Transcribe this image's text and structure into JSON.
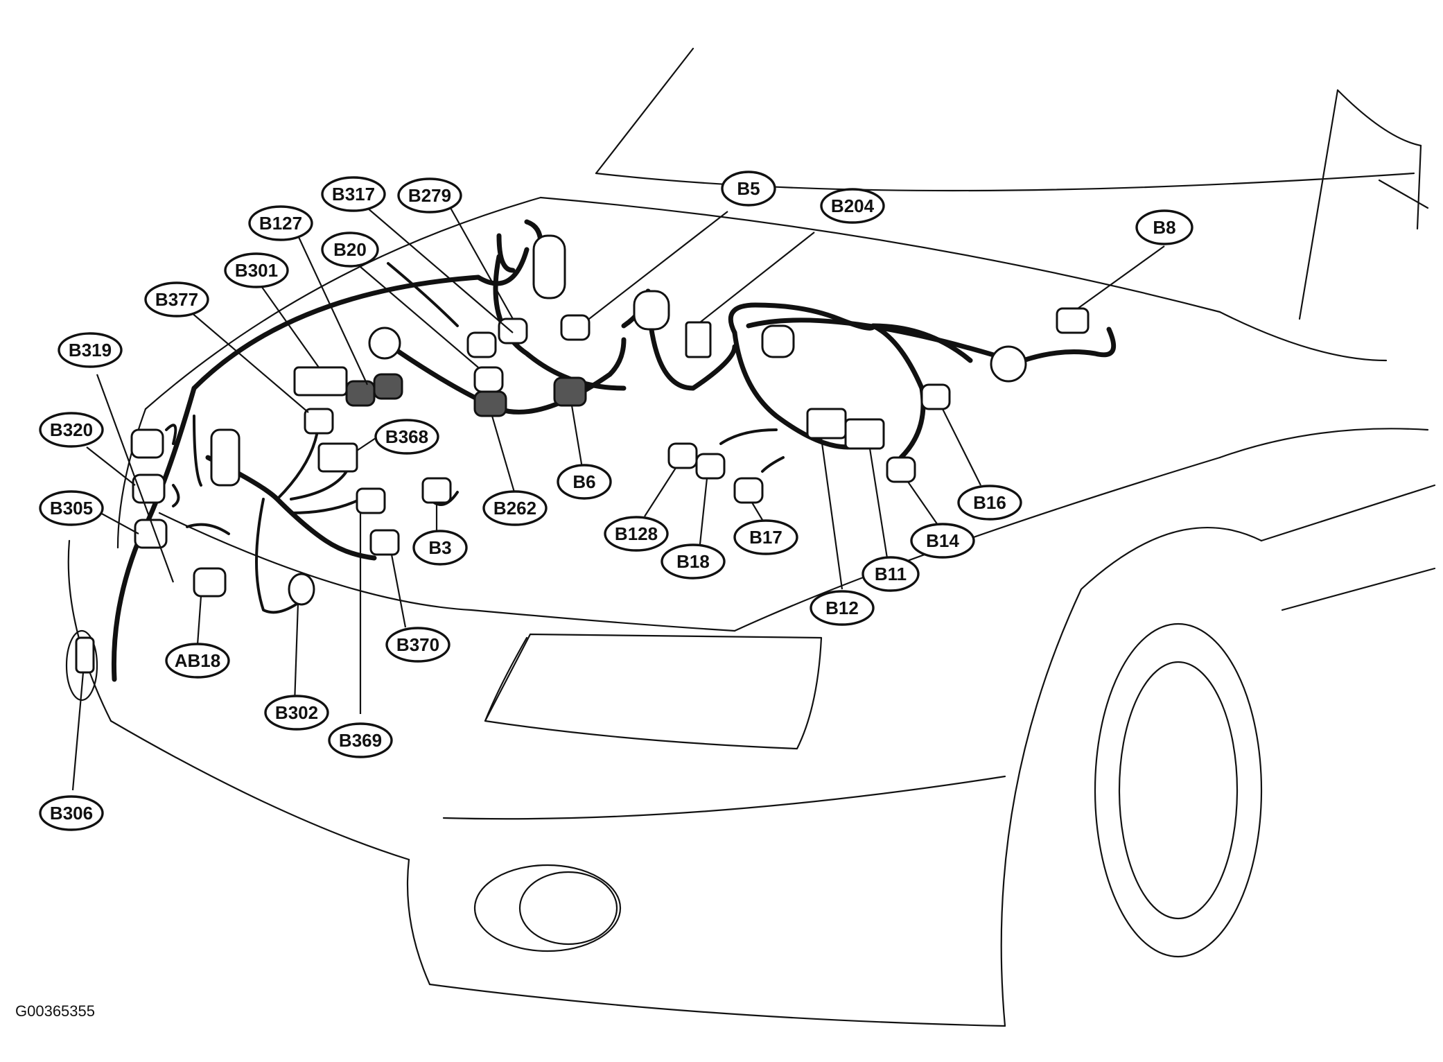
{
  "figure_id": "G00365355",
  "connectors": {
    "B317": "B317",
    "B279": "B279",
    "B127": "B127",
    "B20": "B20",
    "B301": "B301",
    "B377": "B377",
    "B319": "B319",
    "B320": "B320",
    "B305": "B305",
    "B306": "B306",
    "AB18": "AB18",
    "B302": "B302",
    "B369": "B369",
    "B370": "B370",
    "B368": "B368",
    "B3": "B3",
    "B262": "B262",
    "B6": "B6",
    "B5": "B5",
    "B204": "B204",
    "B8": "B8",
    "B128": "B128",
    "B18": "B18",
    "B17": "B17",
    "B12": "B12",
    "B11": "B11",
    "B14": "B14",
    "B16": "B16"
  }
}
